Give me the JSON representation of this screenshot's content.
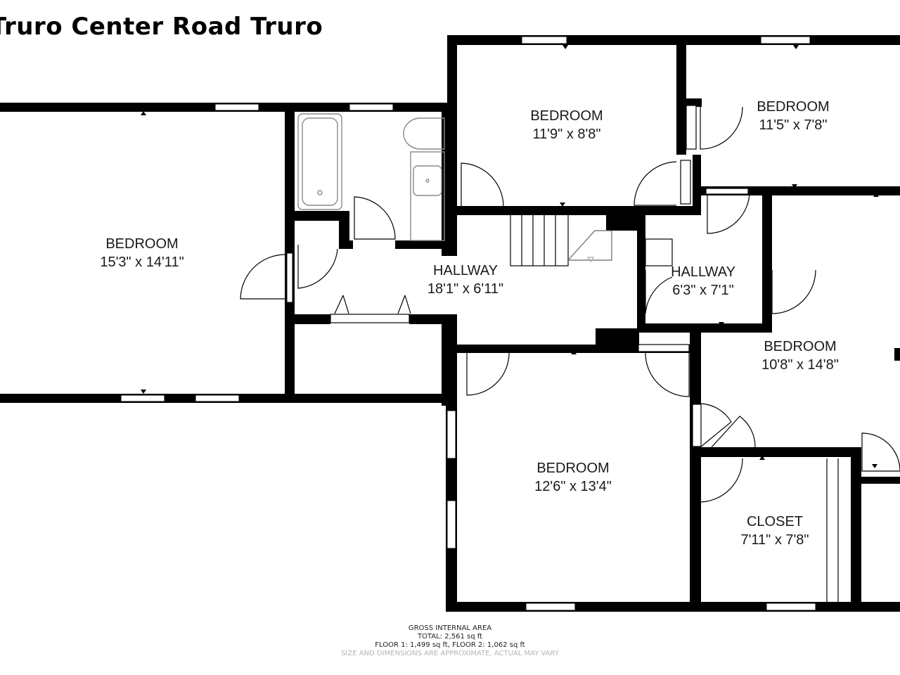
{
  "title": "Truro Center Road Truro",
  "rooms": [
    {
      "name": "BEDROOM",
      "dims": "15'3\" x 14'11\""
    },
    {
      "name": "BEDROOM",
      "dims": "11'9\" x 8'8\""
    },
    {
      "name": "BEDROOM",
      "dims": "11'5\" x 7'8\""
    },
    {
      "name": "HALLWAY",
      "dims": "18'1\" x 6'11\""
    },
    {
      "name": "HALLWAY",
      "dims": "6'3\" x 7'1\""
    },
    {
      "name": "BEDROOM",
      "dims": "10'8\" x 14'8\""
    },
    {
      "name": "BEDROOM",
      "dims": "12'6\" x 13'4\""
    },
    {
      "name": "CLOSET",
      "dims": "7'11\" x 7'8\""
    }
  ],
  "footer": {
    "heading": "GROSS INTERNAL AREA",
    "total": "TOTAL: 2,561 sq ft",
    "floors": "FLOOR 1: 1,499 sq ft, FLOOR 2: 1,062 sq ft",
    "disclaimer": "SIZE AND DIMENSIONS ARE APPROXIMATE, ACTUAL MAY VARY"
  },
  "colors": {
    "wall": "#000000",
    "fixture": "#9a9a9a",
    "window": "#ffffff"
  }
}
